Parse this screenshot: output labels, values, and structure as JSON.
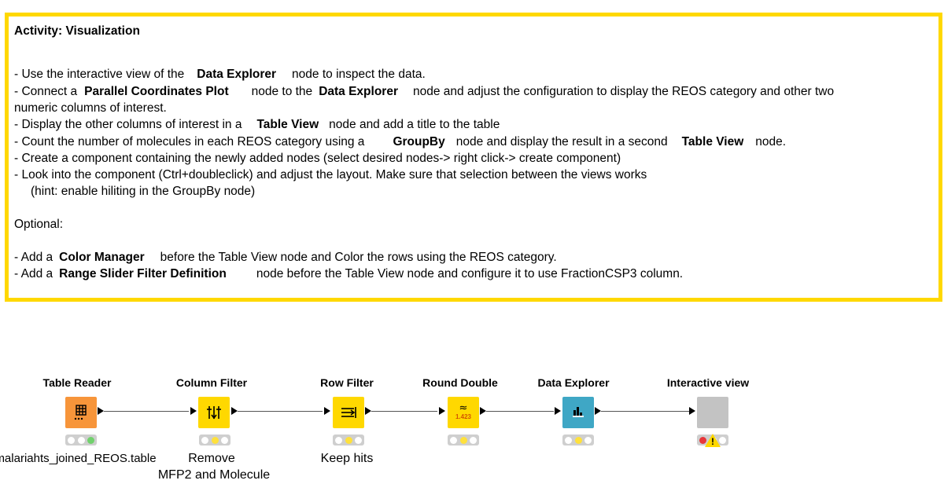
{
  "annotation": {
    "title": "Activity: Visualization",
    "line1_a": "- Use the interactive view of the",
    "line1_b": "Data Explorer",
    "line1_c": "node to inspect the data.",
    "line2_a": "- Connect a",
    "line2_b": "Parallel Coordinates Plot",
    "line2_c": "node to the",
    "line2_d": "Data Explorer",
    "line2_e": "node and adjust the configuration to display the REOS category and other two",
    "line3": "numeric columns of interest.",
    "line4_a": "- Display the other columns of interest in a",
    "line4_b": "Table View",
    "line4_c": "node and add a title to the table",
    "line5_a": "- Count the number of molecules in each REOS category using a",
    "line5_b": "GroupBy",
    "line5_c": "node and display the result in a second",
    "line5_d": "Table View",
    "line5_e": "node.",
    "line6": "- Create a component containing the newly added nodes (select desired nodes-> right click-> create component)",
    "line7": "- Look into the component (Ctrl+doubleclick) and adjust the layout. Make sure that selection between the views works",
    "line8": "(hint: enable hiliting in the GroupBy node)",
    "optional": "Optional:",
    "line9_a": "- Add a",
    "line9_b": "Color Manager",
    "line9_c": "before the Table View  node and Color the rows using the REOS category.",
    "line10_a": "- Add a",
    "line10_b": "Range Slider Filter Definition",
    "line10_c": "node before the Table View  node and configure it to use FractionCSP3 column."
  },
  "nodes": [
    {
      "title": "Table Reader",
      "label": "malariahts_joined_REOS.table",
      "label2": "",
      "icon": "table-reader-icon",
      "color": "#F7953A",
      "status": [
        "off",
        "off",
        "green"
      ]
    },
    {
      "title": "Column Filter",
      "label": "Remove",
      "label2": "MFP2 and Molecule",
      "icon": "column-filter-icon",
      "color": "#FFD800",
      "status": [
        "off",
        "yellow",
        "off"
      ]
    },
    {
      "title": "Row Filter",
      "label": "Keep hits",
      "label2": "",
      "icon": "row-filter-icon",
      "color": "#FFD800",
      "status": [
        "off",
        "yellow",
        "off"
      ]
    },
    {
      "title": "Round Double",
      "label": "",
      "label2": "",
      "icon": "round-double-icon",
      "color": "#FFD800",
      "icon_text": "1.423",
      "status": [
        "off",
        "yellow",
        "off"
      ]
    },
    {
      "title": "Data Explorer",
      "label": "",
      "label2": "",
      "icon": "data-explorer-icon",
      "color": "#3FA7C5",
      "status": [
        "off",
        "yellow",
        "off"
      ]
    },
    {
      "title": "Interactive view",
      "label": "",
      "label2": "",
      "icon": "component-icon",
      "color": "#C3C3C3",
      "status": [
        "red",
        "off",
        "off"
      ],
      "warning": "!"
    }
  ]
}
